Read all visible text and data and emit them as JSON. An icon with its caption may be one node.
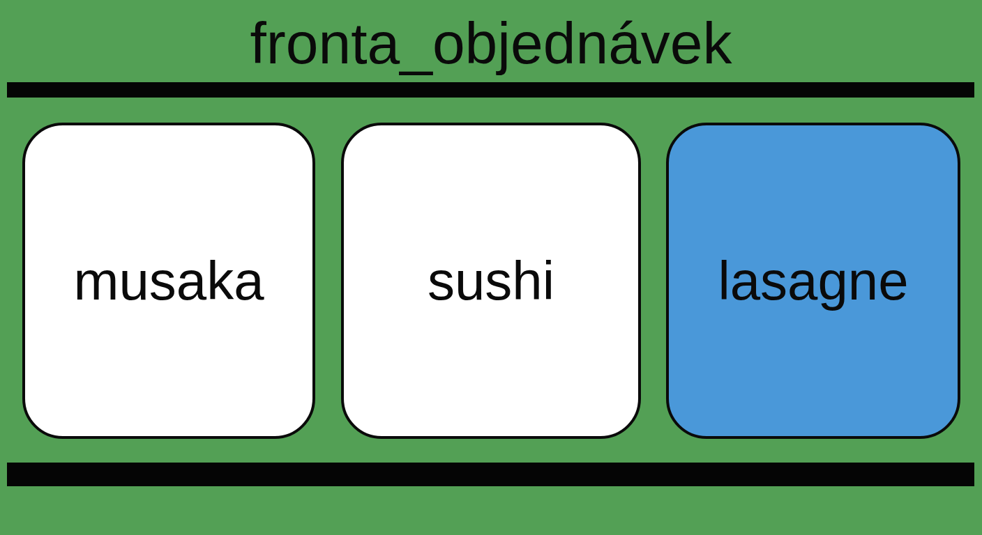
{
  "diagram": {
    "title": "fronta_objednávek",
    "nodes": [
      {
        "text": [],
        "shape": "bar"
      },
      {
        "text": [
          "musaka"
        ]
      },
      {
        "text": [
          "sushi"
        ]
      },
      {
        "text": [
          "lasagne"
        ]
      },
      {
        "text": [],
        "shape": "bar"
      }
    ]
  }
}
